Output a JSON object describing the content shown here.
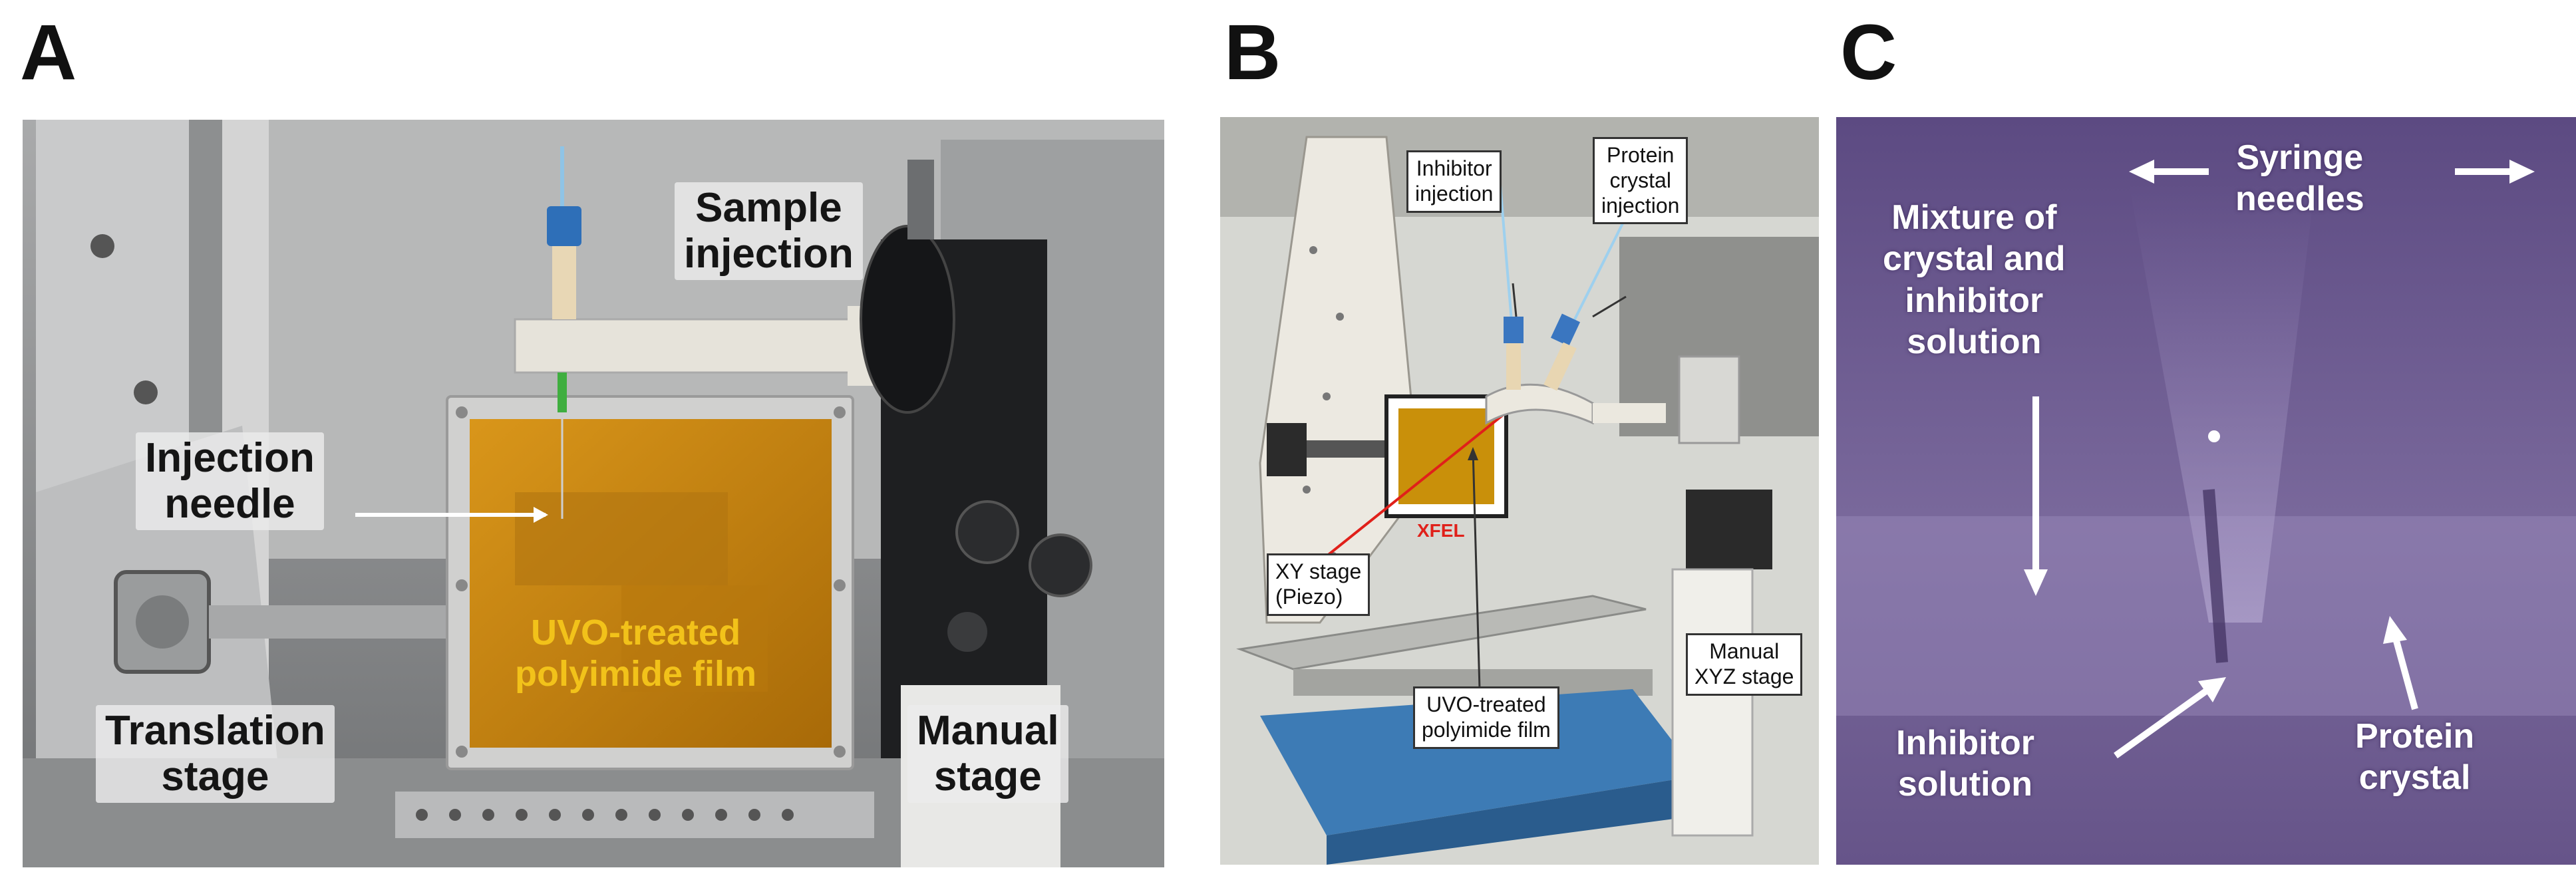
{
  "panels": {
    "a": {
      "letter": "A",
      "labels": {
        "sample_injection": "Sample\ninjection",
        "injection_needle": "Injection\nneedle",
        "film": "UVO-treated\npolyimide film",
        "translation_stage": "Translation\nstage",
        "manual_stage": "Manual\nstage"
      }
    },
    "b": {
      "letter": "B",
      "labels": {
        "inhibitor_injection": "Inhibitor\ninjection",
        "protein_injection": "Protein\ncrystal\ninjection",
        "xfel": "XFEL",
        "xy_stage": "XY stage\n(Piezo)",
        "film": "UVO-treated\npolyimide film",
        "manual_xyz": "Manual\nXYZ stage"
      }
    },
    "c": {
      "letter": "C",
      "labels": {
        "syringe_needles": "Syringe\nneedles",
        "mixture": "Mixture of\ncrystal and\ninhibitor\nsolution",
        "inhibitor_solution": "Inhibitor\nsolution",
        "protein_crystal": "Protein\ncrystal"
      }
    }
  },
  "colors": {
    "film_amber": "#c98a12",
    "film_label_yellow": "#f2c21a",
    "xfel_red": "#e0201a",
    "c_background_purple": "#6b5a8e",
    "b_stage_blue": "#3d7bb5"
  }
}
